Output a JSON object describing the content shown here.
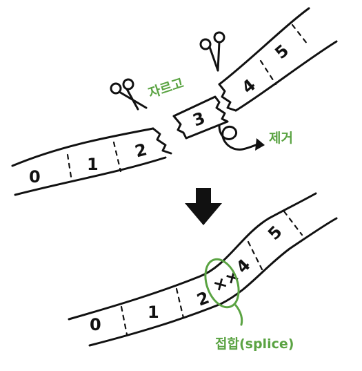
{
  "labels": {
    "cut": "자르고",
    "remove": "제거",
    "splice": "접합(splice)"
  },
  "top_strip_numbers": [
    "0",
    "1",
    "2",
    "3",
    "4",
    "5"
  ],
  "bottom_strip_numbers": [
    "0",
    "1",
    "2",
    "4",
    "5"
  ],
  "splice_marks": "××",
  "colors": {
    "ink": "#111111",
    "accent": "#5aa342"
  },
  "icons": [
    "scissors-icon",
    "scissors-icon",
    "down-arrow-icon",
    "curly-arrow-icon"
  ]
}
